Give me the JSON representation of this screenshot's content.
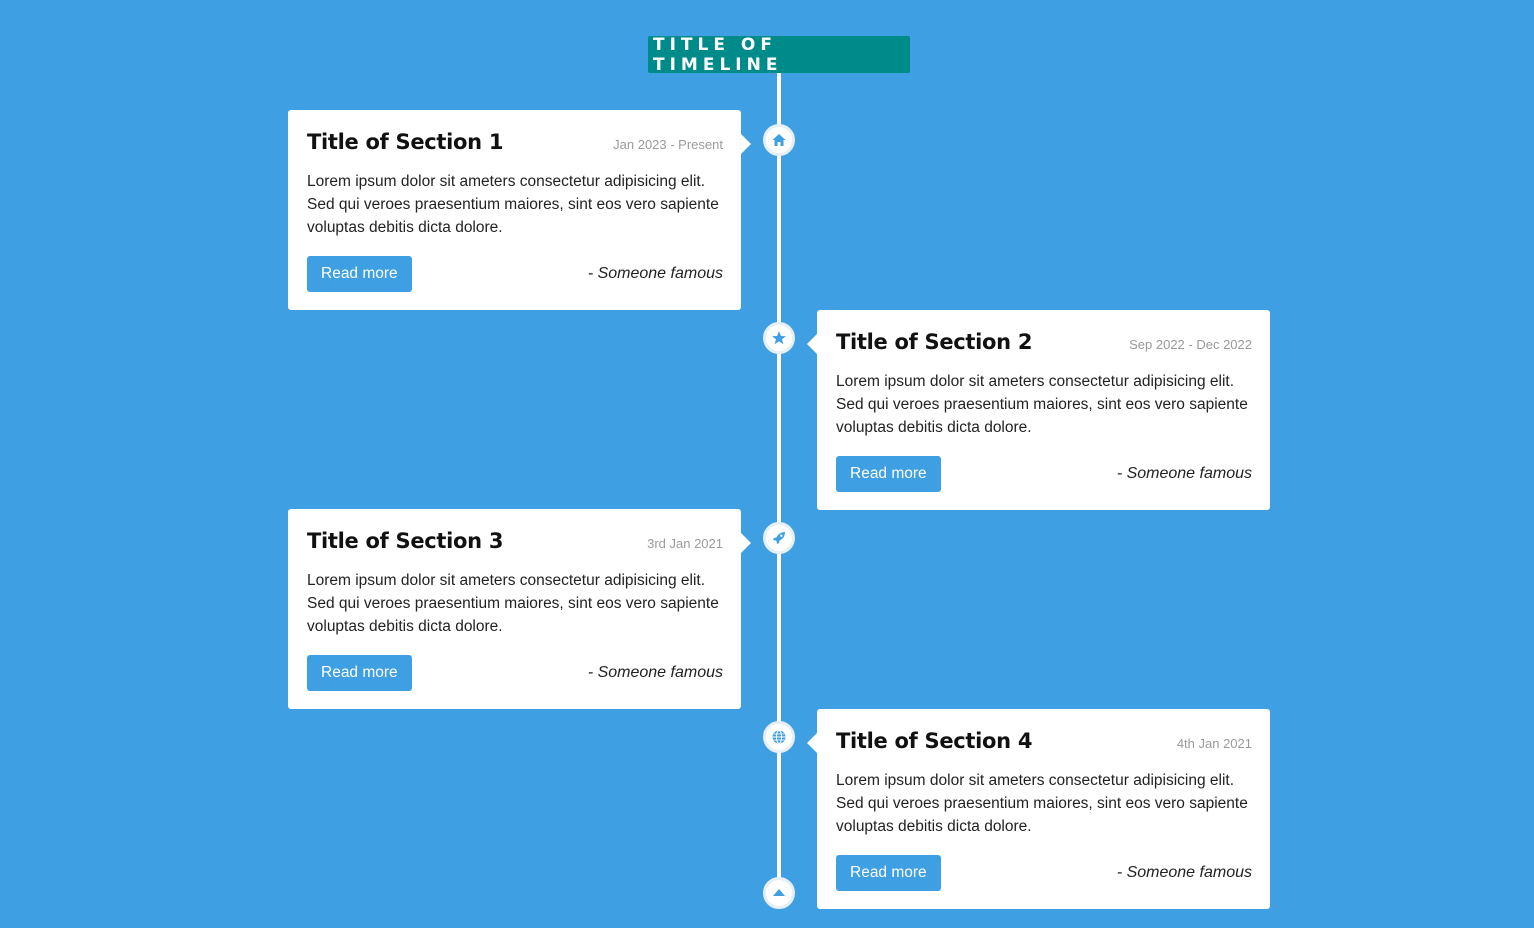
{
  "timeline": {
    "title": "Title of Timeline"
  },
  "sections": [
    {
      "title": "Title of Section 1",
      "date": "Jan 2023 - Present",
      "body": "Lorem ipsum dolor sit ameters consectetur adipisicing elit. Sed qui veroes praesentium maiores, sint eos vero sapiente voluptas debitis dicta dolore.",
      "button_label": "Read more",
      "quote": "- Someone famous",
      "icon": "home-icon"
    },
    {
      "title": "Title of Section 2",
      "date": "Sep 2022 - Dec 2022",
      "body": "Lorem ipsum dolor sit ameters consectetur adipisicing elit. Sed qui veroes praesentium maiores, sint eos vero sapiente voluptas debitis dicta dolore.",
      "button_label": "Read more",
      "quote": "- Someone famous",
      "icon": "star-icon"
    },
    {
      "title": "Title of Section 3",
      "date": "3rd Jan 2021",
      "body": "Lorem ipsum dolor sit ameters consectetur adipisicing elit. Sed qui veroes praesentium maiores, sint eos vero sapiente voluptas debitis dicta dolore.",
      "button_label": "Read more",
      "quote": "- Someone famous",
      "icon": "rocket-icon"
    },
    {
      "title": "Title of Section 4",
      "date": "4th Jan 2021",
      "body": "Lorem ipsum dolor sit ameters consectetur adipisicing elit. Sed qui veroes praesentium maiores, sint eos vero sapiente voluptas debitis dicta dolore.",
      "button_label": "Read more",
      "quote": "- Someone famous",
      "icon": "globe-icon"
    }
  ],
  "end_icon": "caret-up-icon",
  "colors": {
    "background": "#3e9fe2",
    "title_badge": "#008b8b",
    "accent": "#3e9fe2"
  }
}
